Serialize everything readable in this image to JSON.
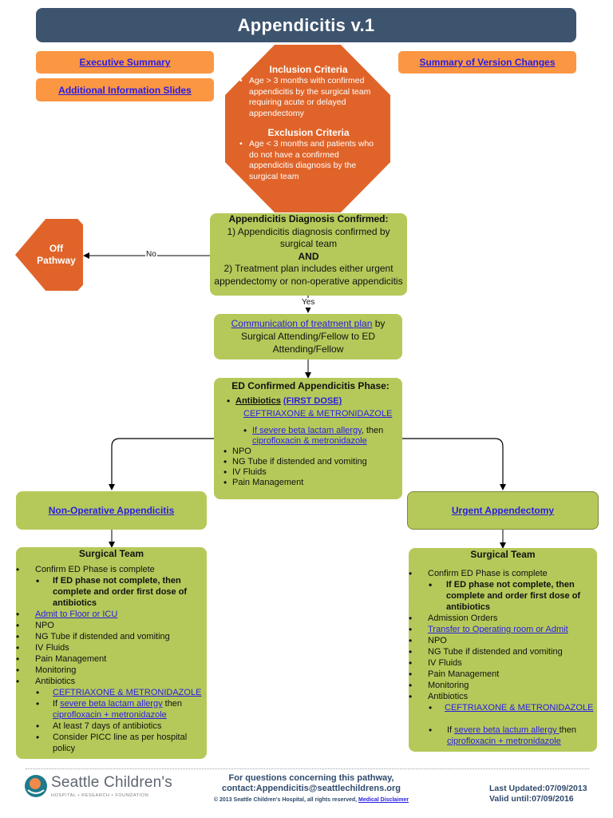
{
  "header": {
    "title": "Appendicitis  v.1"
  },
  "nav_links": {
    "executive_summary": "Executive Summary",
    "additional_info": "Additional Information Slides",
    "version_changes": "Summary of Version Changes"
  },
  "criteria": {
    "inclusion_title": "Inclusion Criteria",
    "inclusion_items": [
      "Age > 3 months with confirmed appendicitis by the surgical team requiring acute or delayed appendectomy"
    ],
    "exclusion_title": "Exclusion Criteria",
    "exclusion_items": [
      "Age < 3 months and patients who do not have a confirmed appendicitis diagnosis by the surgical team"
    ]
  },
  "diagnosis": {
    "title": "Appendicitis Diagnosis Confirmed:",
    "line1": "1) Appendicitis diagnosis confirmed by surgical team",
    "and": "AND",
    "line2": "2) Treatment plan includes either urgent appendectomy or non-operative appendicitis"
  },
  "off_pathway": {
    "line1": "Off",
    "line2": "Pathway"
  },
  "edges": {
    "no_label": "No",
    "yes_label": "Yes"
  },
  "communication": {
    "link": "Communication of treatment plan",
    "text": " by Surgical Attending/Fellow to ED Attending/Fellow"
  },
  "ed_phase": {
    "title": "ED Confirmed Appendicitis Phase:",
    "antibiotics_label": "Antibiotics",
    "first_dose_link": "(FIRST DOSE)",
    "ceftriaxone_link": "CEFTRIAXONE & METRONIDAZOLE",
    "allergy_link": "If severe beta lactam allergy",
    "allergy_then": ", then",
    "cipro_link": "ciprofloxacin & metronidazole",
    "items": [
      "NPO",
      "NG Tube if distended and vomiting",
      "IV Fluids",
      "Pain Management"
    ]
  },
  "branches": {
    "non_operative": "Non-Operative Appendicitis",
    "urgent": "Urgent Appendectomy"
  },
  "surgical_left": {
    "title": "Surgical Team",
    "confirm": "Confirm ED Phase is complete",
    "if_not_complete": "If ED phase not complete, then complete and order first dose of antibiotics",
    "admit_link": "Admit to Floor or ICU",
    "items": [
      "NPO",
      "NG Tube if distended and vomiting",
      "IV Fluids",
      "Pain Management",
      "Monitoring",
      "Antibiotics"
    ],
    "ceftriaxone_link": "CEFTRIAXONE & METRONIDAZOLE",
    "if_word": "If ",
    "allergy_link": "severe beta lactam allergy",
    "then_word": " then",
    "cipro_link": "ciprofloxacin + metronidazole",
    "seven_days": "At least 7 days of antibiotics",
    "picc": "Consider PICC line as per hospital policy"
  },
  "surgical_right": {
    "title": "Surgical Team",
    "confirm": "Confirm ED Phase is complete",
    "if_not_complete": "If ED phase not complete, then complete and order first dose of antibiotics",
    "admission_orders": "Admission Orders",
    "transfer_link": "Transfer to Operating room or Admit",
    "items": [
      "NPO",
      "NG Tube if distended and vomiting",
      "IV Fluids",
      "Pain Management",
      "Monitoring",
      "Antibiotics"
    ],
    "ceftriaxone_link": "CEFTRIAXONE & METRONIDAZOLE",
    "if_word": "If ",
    "allergy_link": "severe beta lactum allergy ",
    "then_word": "then",
    "cipro_link": "ciprofloxacin + metronidazole"
  },
  "footer": {
    "logo_name": "Seattle Children's",
    "logo_tagline": "HOSPITAL • RESEARCH • FOUNDATION",
    "questions": "For questions concerning this pathway,",
    "contact": "contact:Appendicitis@seattlechildrens.org",
    "copyright": "© 2013 Seattle Children's Hospital, all rights reserved, ",
    "disclaimer_link": "Medical Disclaimer",
    "last_updated": "Last Updated:07/09/2013",
    "valid_until": "Valid until:07/09/2016"
  },
  "colors": {
    "header_bg": "#3d546f",
    "orange_button": "#fb9643",
    "orange_shape": "#e06429",
    "green_box": "#b5c95a",
    "link": "#2a1ee0",
    "footer_text": "#2e4a6d"
  }
}
